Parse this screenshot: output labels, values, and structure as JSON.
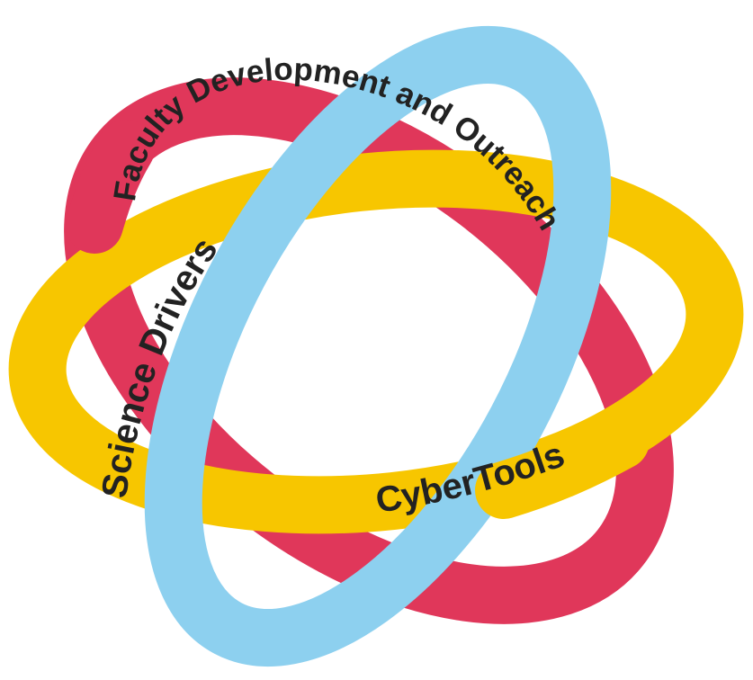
{
  "diagram": {
    "rings": [
      {
        "key": "faculty",
        "label": "Faculty Development and Outreach",
        "color": "#e0375a"
      },
      {
        "key": "cybertools",
        "label": "CyberTools",
        "color": "#f7c600"
      },
      {
        "key": "science",
        "label": "Science Drivers",
        "color": "#8dd0ef"
      }
    ]
  }
}
